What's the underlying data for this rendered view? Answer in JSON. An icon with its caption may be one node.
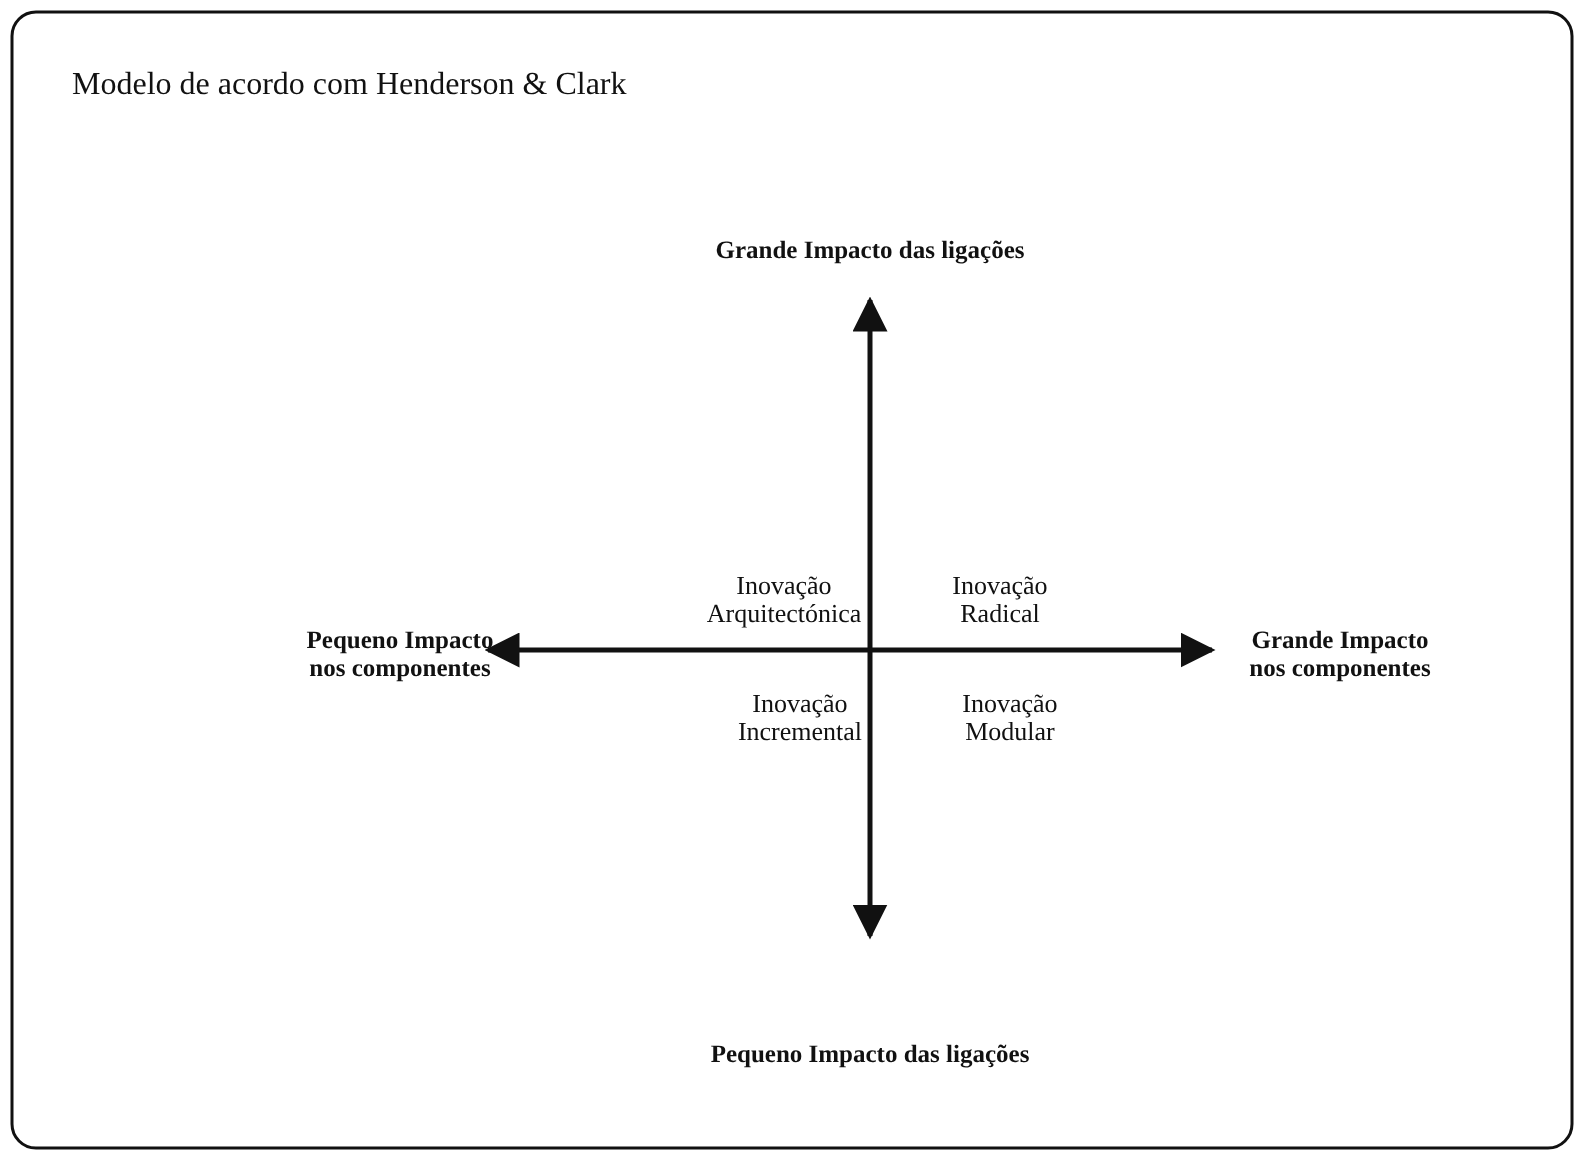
{
  "diagram": {
    "title": "Modelo de acordo com Henderson & Clark",
    "labels": [
      "Grande Impacto das ligações",
      "Pequeno Impacto nos componentes",
      "Inovação Arquitectónica",
      "Inovação Radical",
      "Grande Impacto nos componentes",
      "Inovação Incremental",
      "Inovação Modular",
      "Pequeno Impacto das ligações"
    ]
  }
}
